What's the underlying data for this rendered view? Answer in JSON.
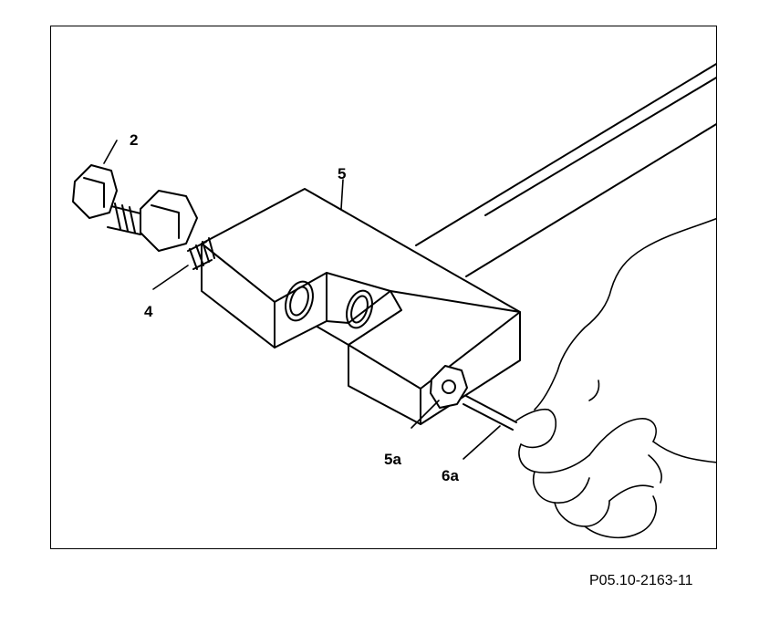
{
  "figure": {
    "code": "P05.10-2163-11",
    "callouts": {
      "part2": "2",
      "part4": "4",
      "part5": "5",
      "part5a": "5a",
      "part6a": "6a"
    }
  }
}
